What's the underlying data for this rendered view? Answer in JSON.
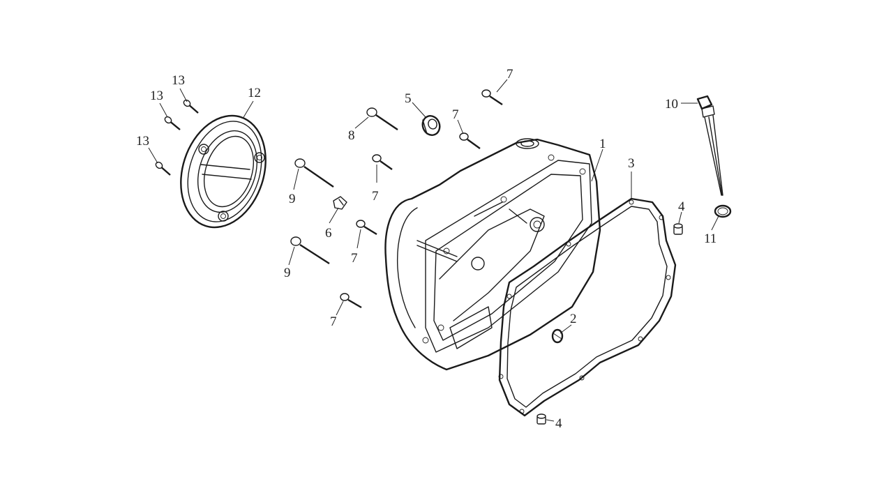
{
  "callouts": {
    "c1": "1",
    "c2": "2",
    "c3": "3",
    "c4a": "4",
    "c4b": "4",
    "c5": "5",
    "c6": "6",
    "c7a": "7",
    "c7b": "7",
    "c7c": "7",
    "c7d": "7",
    "c7e": "7",
    "c8": "8",
    "c9a": "9",
    "c9b": "9",
    "c10": "10",
    "c11": "11",
    "c12": "12",
    "c13a": "13",
    "c13b": "13",
    "c13c": "13"
  },
  "colors": {
    "line": "#1a1a1a",
    "background": "#ffffff"
  }
}
